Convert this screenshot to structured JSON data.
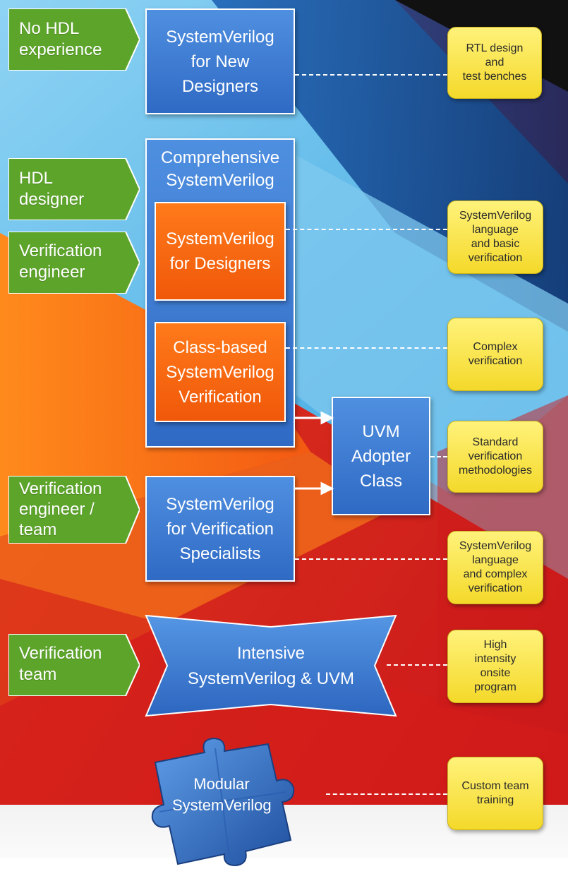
{
  "audiences": [
    {
      "id": "no-hdl",
      "label": "No HDL\nexperience"
    },
    {
      "id": "hdl-designer",
      "label": "HDL\ndesigner"
    },
    {
      "id": "verification-engineer",
      "label": "Verification\nengineer"
    },
    {
      "id": "verification-engineer-team",
      "label": "Verification\nengineer /\nteam"
    },
    {
      "id": "verification-team",
      "label": "Verification\nteam"
    }
  ],
  "courses": {
    "new_designers": "SystemVerilog\nfor New\nDesigners",
    "comprehensive_group": "Comprehensive\nSystemVerilog",
    "for_designers": "SystemVerilog\nfor Designers",
    "class_based": "Class-based\nSystemVerilog\nVerification",
    "uvm_adopter": "UVM\nAdopter\nClass",
    "verification_specialists": "SystemVerilog\nfor Verification\nSpecialists",
    "intensive": "Intensive\nSystemVerilog & UVM",
    "modular": "Modular\nSystemVerilog"
  },
  "notes": {
    "rtl": "RTL design\nand\ntest benches",
    "basic": "SystemVerilog\nlanguage\nand basic\nverification",
    "complex": "Complex\nverification",
    "standard": "Standard\nverification\nmethodologies",
    "language_complex": "SystemVerilog\nlanguage\nand complex\nverification",
    "high_intensity": "High\nintensity\nonsite\nprogram",
    "custom": "Custom team\ntraining"
  },
  "colors": {
    "course_blue": "#3a78d4",
    "course_orange": "#f8640f",
    "audience_green": "#5da52a",
    "note_yellow": "#f8e44a",
    "background_red": "#d8231e",
    "background_light_blue": "#4fb8ea"
  }
}
